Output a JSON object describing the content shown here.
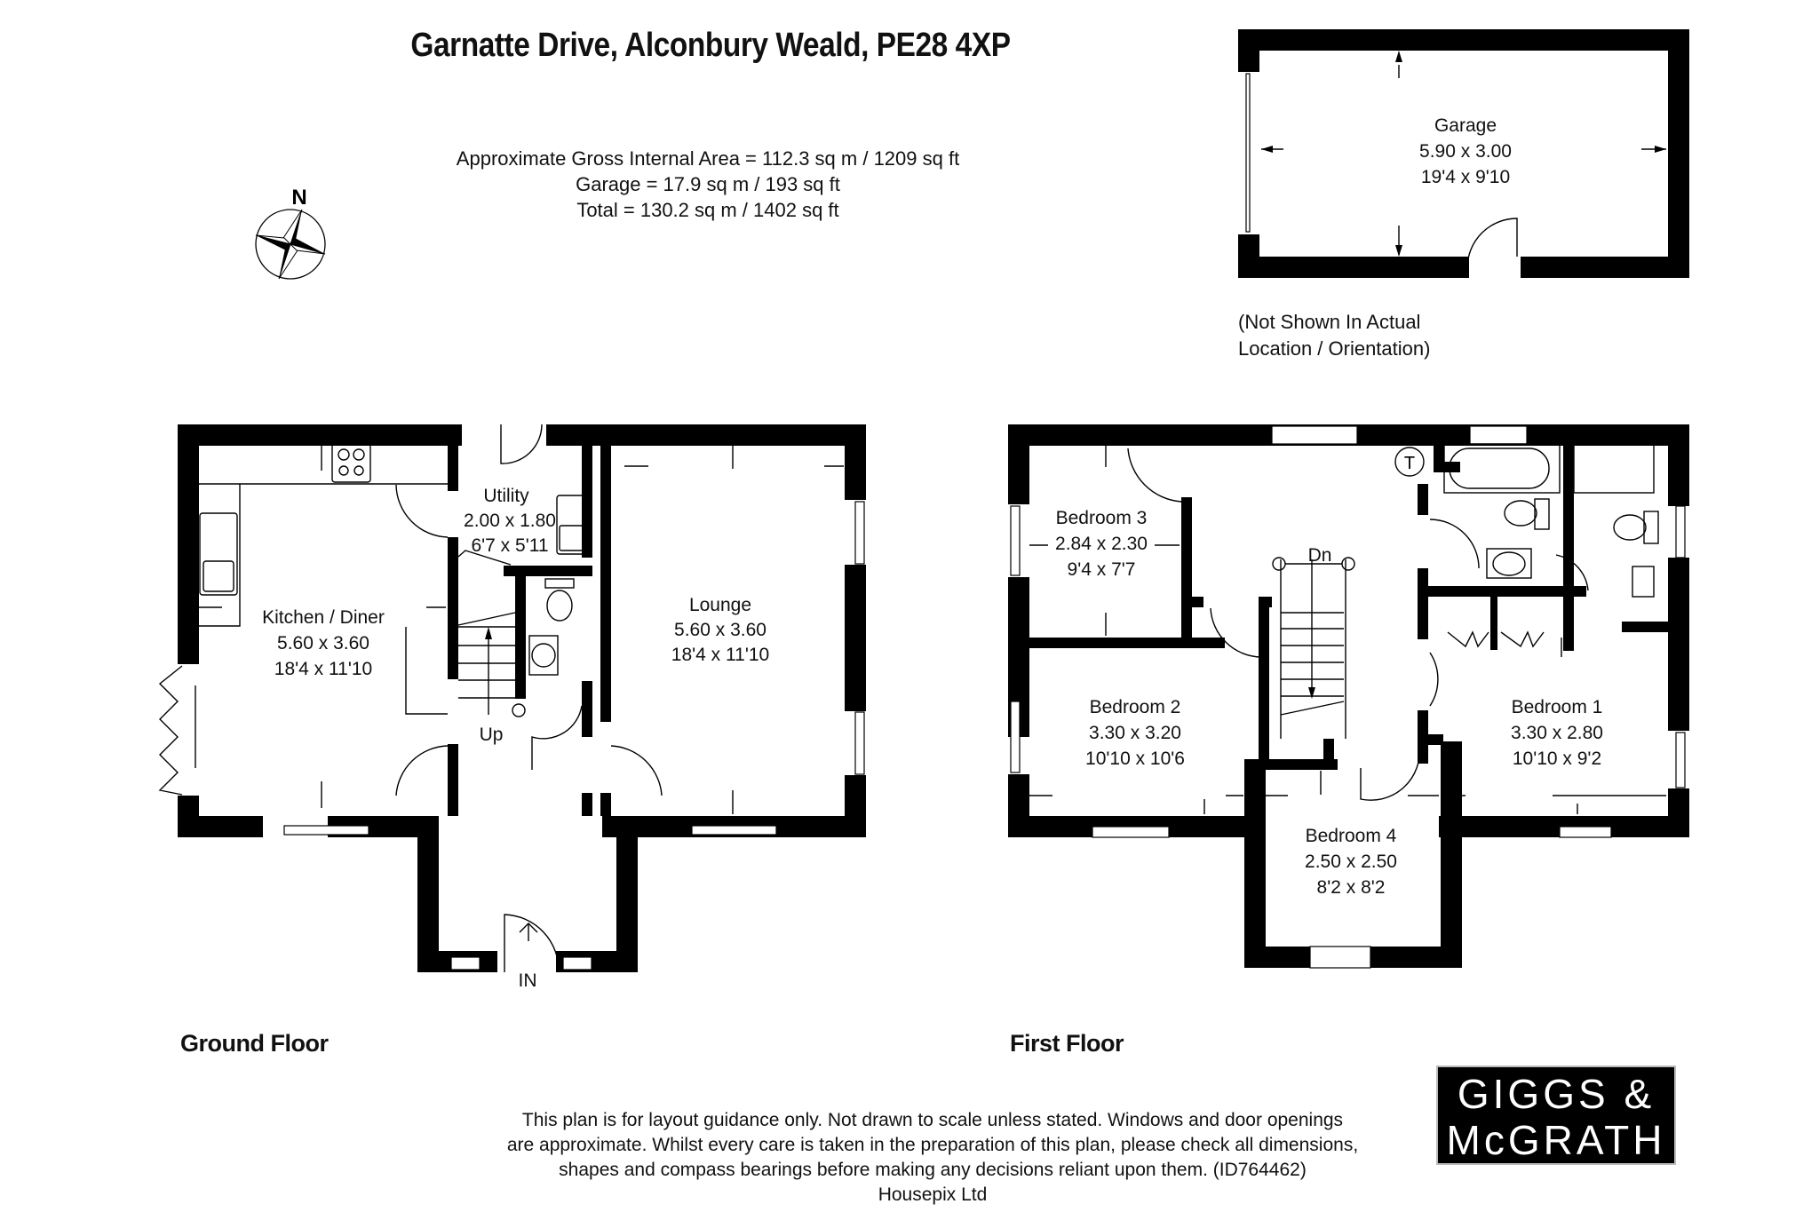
{
  "header": {
    "title": "Garnatte Drive, Alconbury Weald, PE28 4XP",
    "areas": [
      "Approximate Gross Internal Area = 112.3 sq m / 1209 sq ft",
      "Garage = 17.9 sq m / 193 sq ft",
      "Total = 130.2 sq m / 1402 sq ft"
    ]
  },
  "compass": {
    "label": "N",
    "icon": "compass-rose-icon"
  },
  "garage": {
    "name": "Garage",
    "metric": "5.90 x 3.00",
    "imperial": "19'4 x 9'10",
    "note": [
      "(Not Shown In Actual",
      "Location / Orientation)"
    ]
  },
  "ground_floor": {
    "label": "Ground Floor",
    "rooms": [
      {
        "name": "Kitchen / Diner",
        "metric": "5.60 x 3.60",
        "imperial": "18'4 x 11'10"
      },
      {
        "name": "Utility",
        "metric": "2.00 x 1.80",
        "imperial": "6'7 x 5'11"
      },
      {
        "name": "Lounge",
        "metric": "5.60 x 3.60",
        "imperial": "18'4 x 11'10"
      }
    ],
    "stairs_label": "Up",
    "entrance_label": "IN"
  },
  "first_floor": {
    "label": "First Floor",
    "rooms": [
      {
        "name": "Bedroom 3",
        "metric": "2.84 x 2.30",
        "imperial": "9'4 x 7'7"
      },
      {
        "name": "Bedroom 2",
        "metric": "3.30 x 3.20",
        "imperial": "10'10 x 10'6"
      },
      {
        "name": "Bedroom 1",
        "metric": "3.30 x 2.80",
        "imperial": "10'10 x 9'2"
      },
      {
        "name": "Bedroom 4",
        "metric": "2.50 x 2.50",
        "imperial": "8'2 x 8'2"
      }
    ],
    "stairs_label": "Dn",
    "tank_label": "T"
  },
  "footer": {
    "disclaimer": [
      "This plan is for layout guidance only. Not drawn to scale unless stated. Windows and door openings",
      "are approximate. Whilst every care is taken in the preparation of this plan, please check all dimensions,",
      "shapes and compass bearings before making any decisions reliant upon them. (ID764462)",
      "Housepix Ltd"
    ],
    "logo": [
      "GIGGS &",
      "McGRATH"
    ]
  },
  "colors": {
    "wall": "#000000",
    "background": "#ffffff",
    "logo_bg": "#000000",
    "logo_text": "#ffffff"
  }
}
